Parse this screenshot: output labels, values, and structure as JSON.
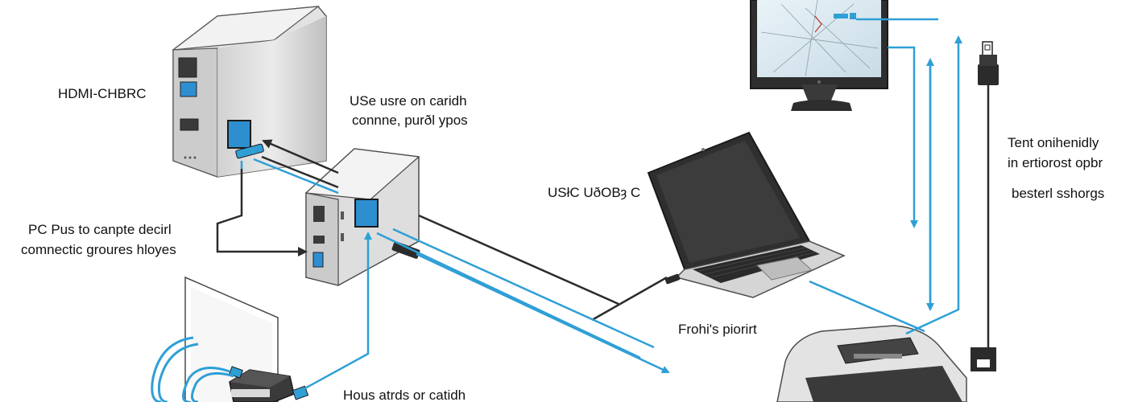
{
  "labels": {
    "hdmi_label": "HDMI-CHBRC",
    "use_line1": "USe usre on caridh",
    "use_line2": "connne, purðl ypos",
    "usbc_label": "USłC UðOBȝ C",
    "pc_line1": "PC Pus to canpte decirl",
    "pc_line2": "comnectic groures hloyes",
    "frohis_label": "Frohi's piorirt",
    "hous_label": "Hous atrds or catidh",
    "tent_line1": "Tent onihenidly",
    "tent_line2": "in ertiorost opbr",
    "besterl_label": "besterl sshorgs"
  },
  "colors": {
    "cable_blue": "#2f9fd6",
    "cable_dark": "#2b2b2b",
    "port_blue": "#2d8fd0",
    "device_gray": "#d9d9d9",
    "device_dark": "#3a3a3a"
  }
}
